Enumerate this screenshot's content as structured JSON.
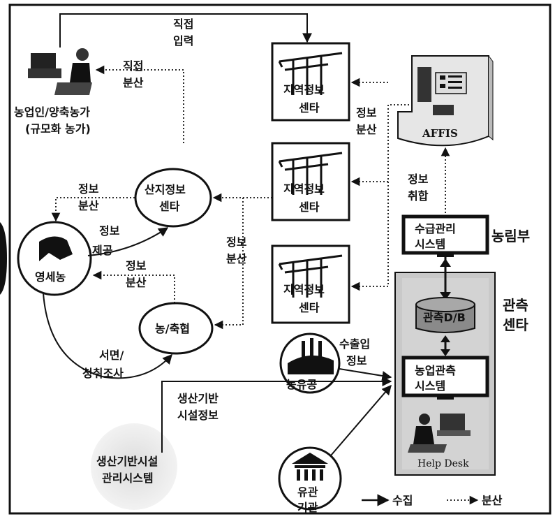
{
  "nodes": {
    "farmer_large": {
      "line1": "농업인/양축농가",
      "line2": "(규모화 농가)"
    },
    "regional_centers": [
      {
        "line1": "지역정보",
        "line2": "센타"
      },
      {
        "line1": "지역정보",
        "line2": "센타"
      },
      {
        "line1": "지역정보",
        "line2": "센타"
      }
    ],
    "affis": "AFFIS",
    "origin_center": {
      "line1": "산지정보",
      "line2": "센타"
    },
    "small_farmer": "영세농",
    "coop": "농/축협",
    "supply_system": {
      "line1": "수급관리",
      "line2": "시스템"
    },
    "ministry": "농림부",
    "obs_center": {
      "line1": "관측",
      "line2": "센타"
    },
    "obs_db": "관측D/B",
    "agri_obs_system": {
      "line1": "농업관측",
      "line2": "시스템"
    },
    "help_desk": "Help Desk",
    "distributor": "농유공",
    "infra_system": {
      "line1": "생산기반시설",
      "line2": "관리시스템"
    },
    "related_org": {
      "line1": "유관",
      "line2": "기관"
    }
  },
  "edge_labels": {
    "direct_input": {
      "line1": "직접",
      "line2": "입력"
    },
    "direct_dist": {
      "line1": "직접",
      "line2": "분산"
    },
    "info_dist_right": {
      "line1": "정보",
      "line2": "분산"
    },
    "info_collect": {
      "line1": "정보",
      "line2": "취합"
    },
    "info_dist_left": {
      "line1": "정보",
      "line2": "분산"
    },
    "info_provide": {
      "line1": "정보",
      "line2": "제공"
    },
    "info_dist_mid": {
      "line1": "정보",
      "line2": "분산"
    },
    "info_dist_coop": {
      "line1": "정보",
      "line2": "분산"
    },
    "survey": {
      "line1": "서면/",
      "line2": "청취조사"
    },
    "trade_info": {
      "line1": "수출입",
      "line2": "정보"
    },
    "infra_info": {
      "line1": "생산기반",
      "line2": "시설정보"
    }
  },
  "legend": {
    "collect": "수집",
    "distribute": "분산"
  },
  "colors": {
    "panel": "#c9c9c9",
    "line": "#111111",
    "halo": "#d4d4d4"
  }
}
